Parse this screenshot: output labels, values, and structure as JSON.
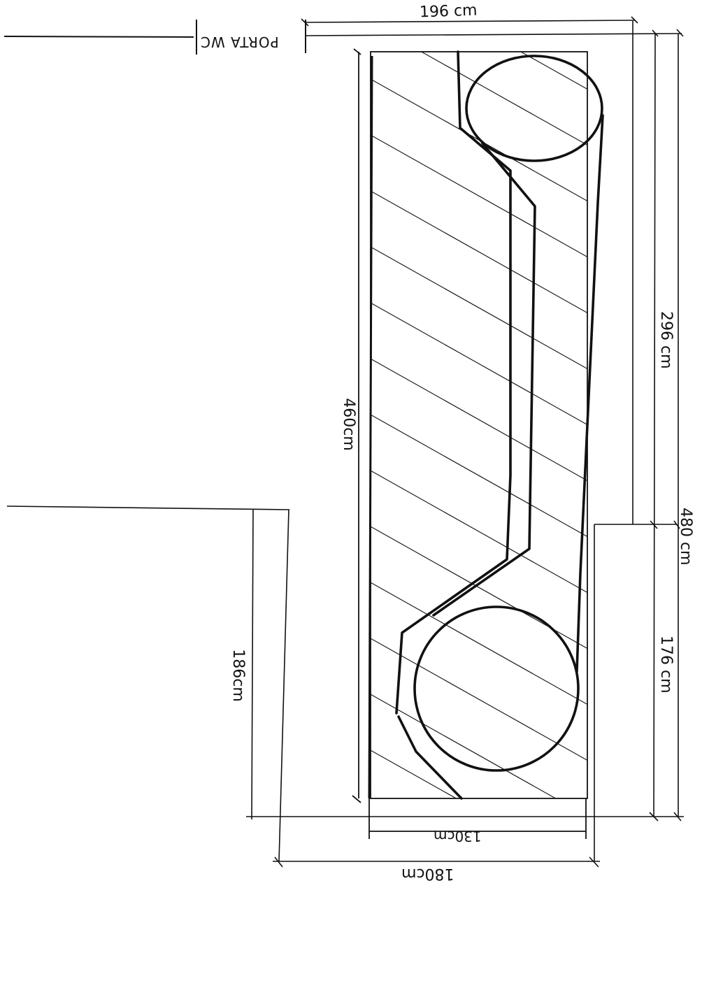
{
  "drawing": {
    "type": "hand-drawn floor plan sketch",
    "labels": {
      "porta_wc": "PORTA WC",
      "top_width": "196 cm",
      "right_upper": "296 cm",
      "right_total": "480 cm",
      "right_lower": "176 cm",
      "inner_length": "460cm",
      "left_lower": "186cm",
      "inner_width": "130cm",
      "outer_width": "180cm"
    },
    "colors": {
      "ink": "#111111",
      "paper": "#ffffff"
    }
  }
}
